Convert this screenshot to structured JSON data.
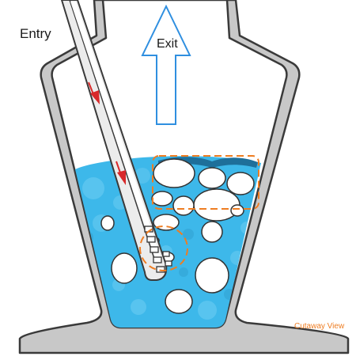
{
  "labels": {
    "entry": "Entry",
    "exit": "Exit",
    "view": "Cutaway View"
  },
  "colors": {
    "liquid": "#3db8ea",
    "liquid_light": "#6fcdf2",
    "liquid_dark": "#2f9ccc",
    "surface": "#1e6f9a",
    "wall": "#c8c8c8",
    "outline": "#3a3a3a",
    "arrow_exit": "#2f8fe0",
    "arrow_flow": "#d8282a",
    "highlight": "#ee7d22",
    "label_text": "#1a1a1a"
  },
  "icons": {
    "exit_arrow": "up-arrow-icon",
    "flow_arrow": "down-arrow-icon"
  }
}
